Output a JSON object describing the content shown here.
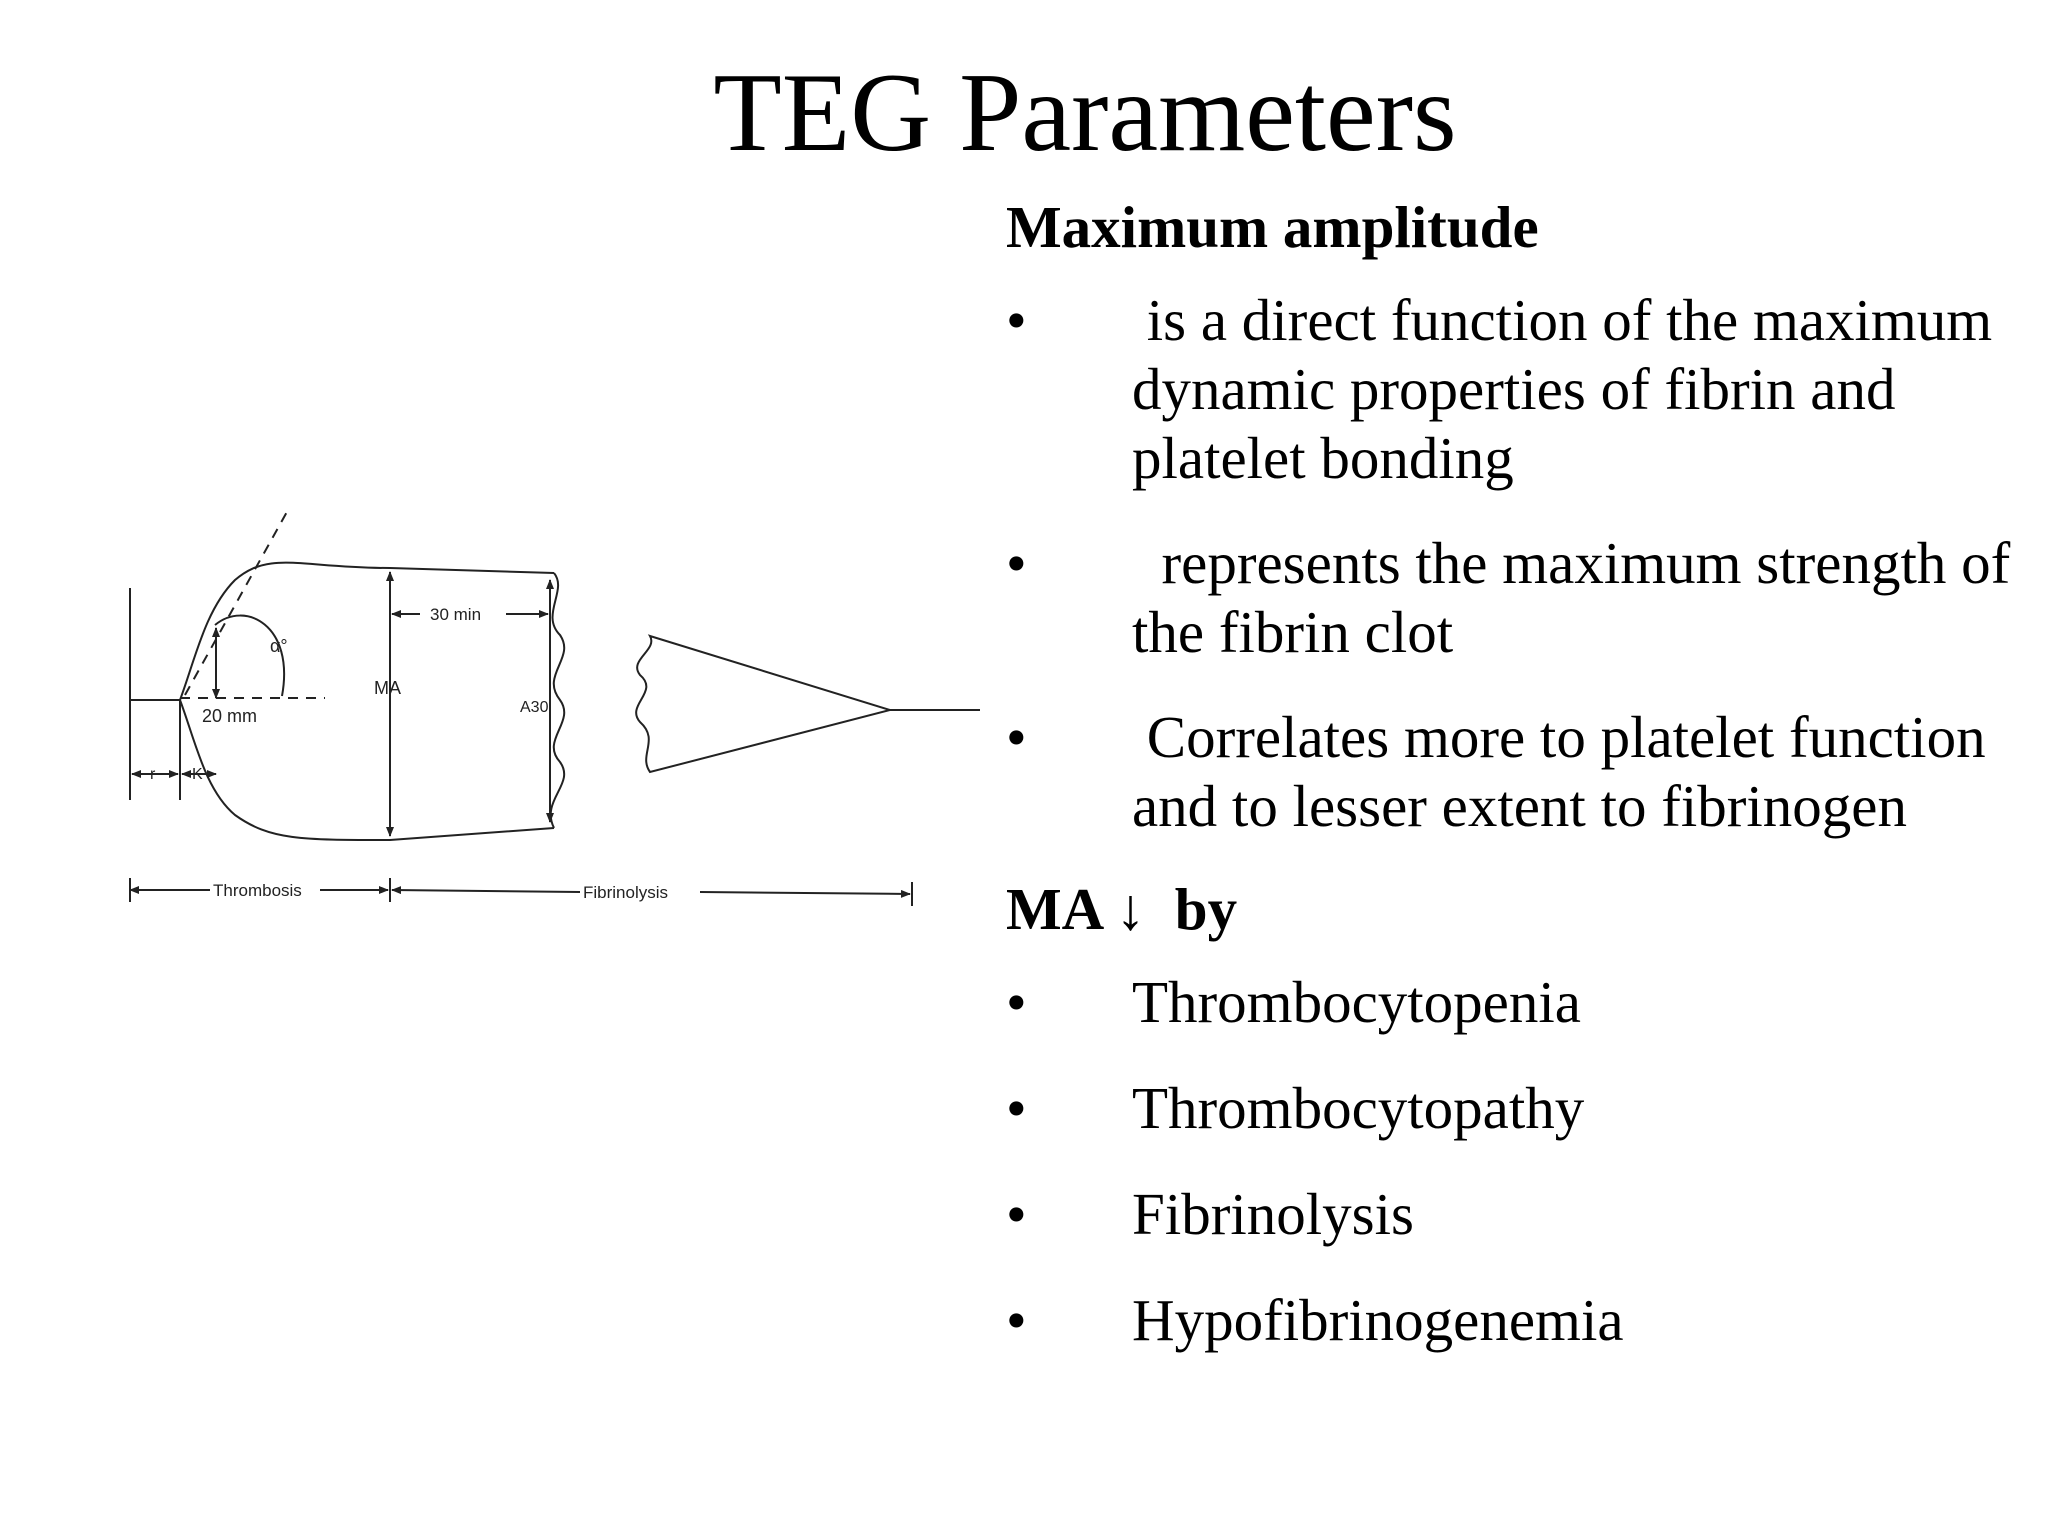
{
  "slide": {
    "title": "TEG Parameters"
  },
  "maximum_amplitude": {
    "heading": "Maximum amplitude",
    "bullet_symbol": "•",
    "points": [
      " is a direct function of the maximum dynamic properties of fibrin and platelet bonding",
      "  represents the maximum strength of the fibrin clot",
      " Correlates more to platelet function and to lesser extent to fibrinogen"
    ]
  },
  "ma_decreased": {
    "heading": "MA ↓  by",
    "bullet_symbol": "•",
    "causes": [
      "Thrombocytopenia",
      "Thrombocytopathy",
      "Fibrinolysis",
      "Hypofibrinogenemia"
    ]
  },
  "diagram": {
    "labels": {
      "alpha": "α°",
      "twenty_mm": "20 mm",
      "thirty_min": "30 min",
      "ma": "MA",
      "a30": "A30",
      "r": "r",
      "k": "K",
      "thrombosis": "Thrombosis",
      "fibrinolysis": "Fibrinolysis"
    }
  }
}
